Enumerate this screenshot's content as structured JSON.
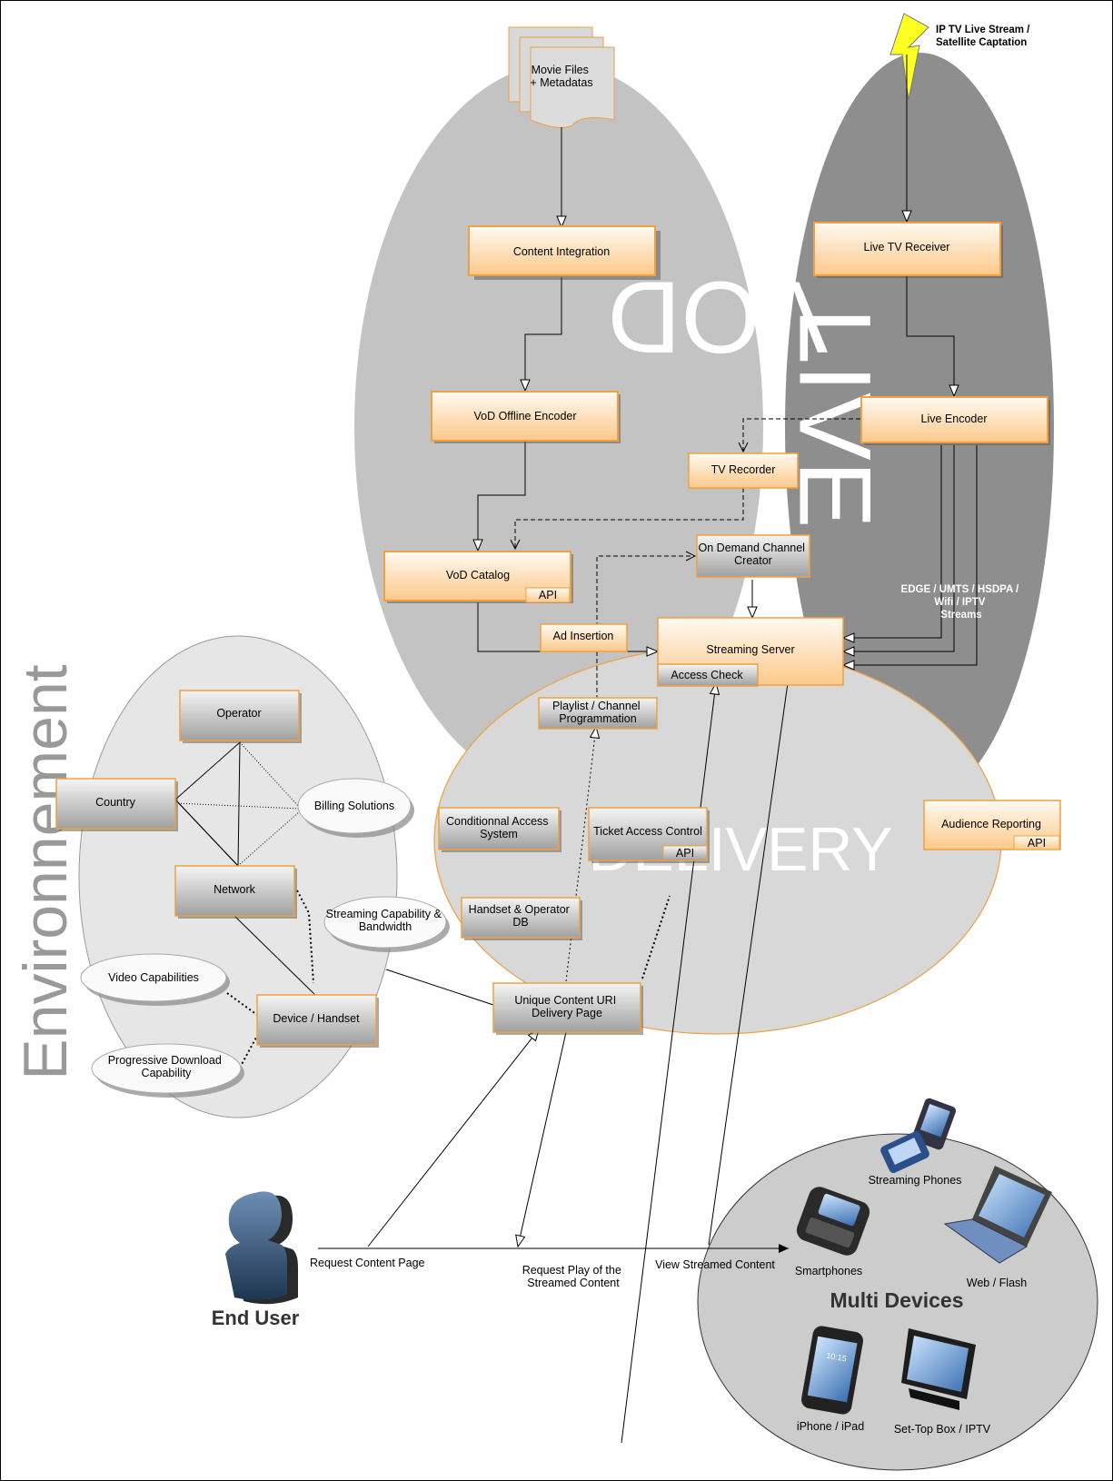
{
  "source": {
    "movie_files_line1": "Movie Files",
    "movie_files_line2": "+ Metadatas",
    "live_stream_line1": "IP TV Live Stream /",
    "live_stream_line2": "Satellite Captation"
  },
  "zones": {
    "vod": "VOD",
    "live": "LIVE",
    "delivery": "DELIVERY",
    "environment": "Environnement",
    "multi_devices": "Multi Devices"
  },
  "boxes": {
    "content_integration": "Content Integration",
    "vod_offline_encoder": "VoD Offline Encoder",
    "vod_catalog": "VoD Catalog",
    "vod_catalog_api": "API",
    "live_tv_receiver": "Live TV Receiver",
    "live_encoder": "Live Encoder",
    "tv_recorder": "TV Recorder",
    "on_demand_line1": "On Demand Channel",
    "on_demand_line2": "Creator",
    "ad_insertion": "Ad Insertion",
    "streaming_server": "Streaming Server",
    "access_check": "Access Check",
    "playlist_line1": "Playlist / Channel",
    "playlist_line2": "Programmation",
    "conditional_line1": "Conditionnal Access",
    "conditional_line2": "System",
    "ticket_access": "Ticket Access Control",
    "ticket_api": "API",
    "audience_reporting": "Audience Reporting",
    "audience_api": "API",
    "handset_db_line1": "Handset & Operator",
    "handset_db_line2": "DB",
    "unique_uri_line1": "Unique Content URI",
    "unique_uri_line2": "Delivery Page"
  },
  "streams_label": {
    "line1": "EDGE / UMTS / HSDPA /",
    "line2": "Wifi / IPTV",
    "line3": "Streams"
  },
  "environment": {
    "operator": "Operator",
    "country": "Country",
    "billing": "Billing Solutions",
    "network": "Network",
    "streaming_cap_line1": "Streaming Capability &",
    "streaming_cap_line2": "Bandwidth",
    "video_cap": "Video Capabilities",
    "device": "Device / Handset",
    "progressive_line1": "Progressive Download",
    "progressive_line2": "Capability"
  },
  "user": {
    "end_user": "End User",
    "request_page": "Request Content Page",
    "request_play_line1": "Request Play of the",
    "request_play_line2": "Streamed Content",
    "view_streamed": "View Streamed Content"
  },
  "devices": {
    "streaming_phones": "Streaming Phones",
    "smartphones": "Smartphones",
    "web_flash": "Web / Flash",
    "iphone": "iPhone / iPad",
    "settop": "Set-Top Box / IPTV",
    "iphone_screen_time": "10:15"
  },
  "colors": {
    "orange_border": "#f0a040",
    "orange_fill_top": "#fffaf2",
    "orange_fill_bottom": "#fcc98a",
    "vod_zone": "#c3c3c3",
    "live_zone": "#8e8e8e",
    "delivery_zone": "#d8d8d8",
    "environment_zone": "#e6e6e6"
  }
}
